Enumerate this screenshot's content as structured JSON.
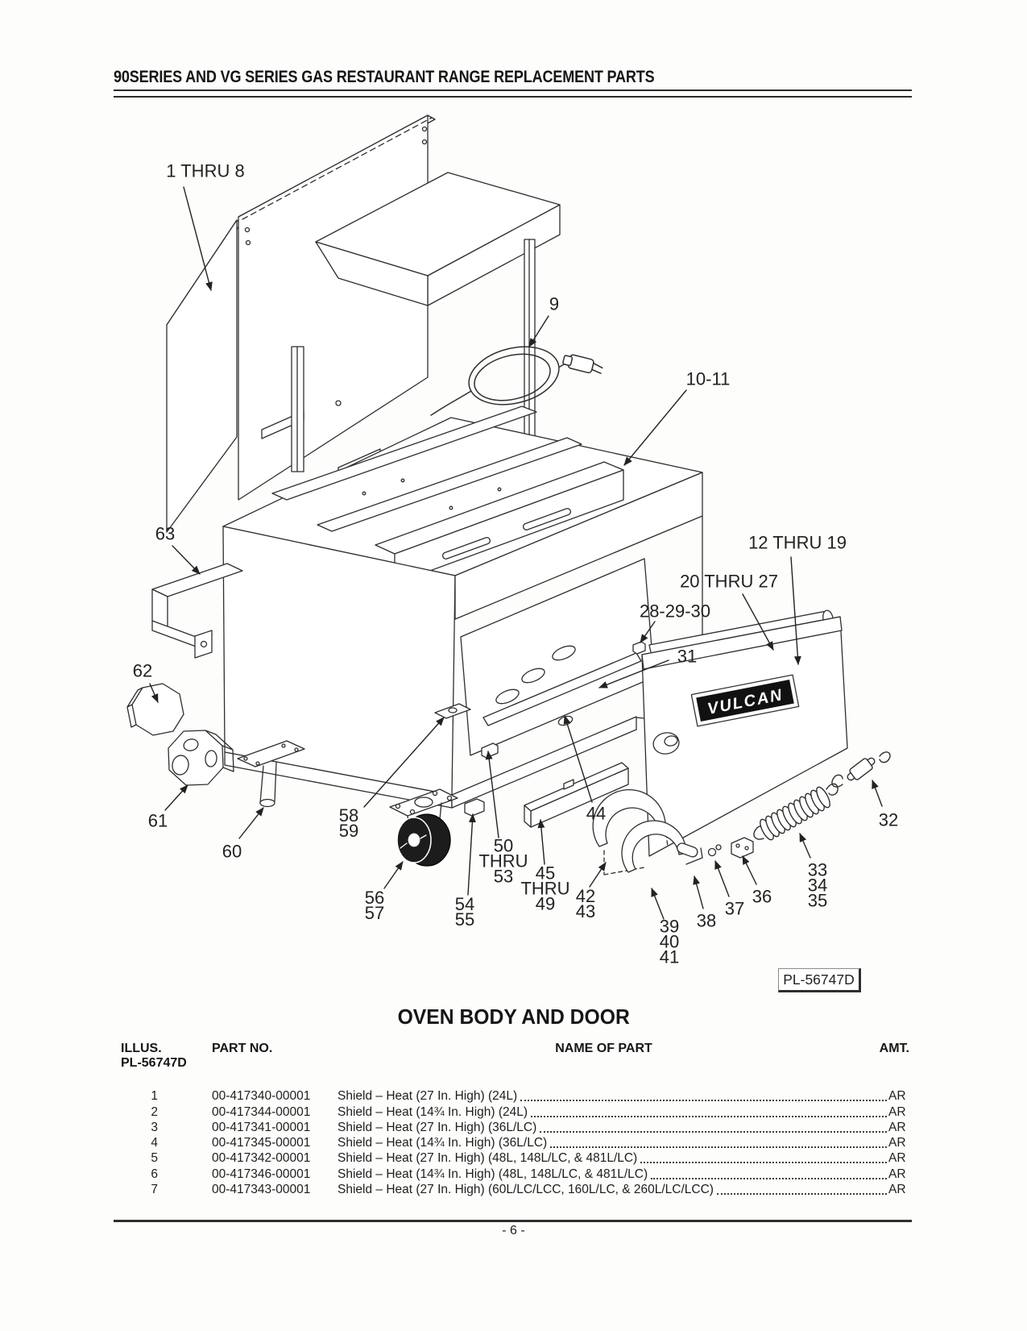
{
  "header": {
    "title": "90SERIES AND VG SERIES GAS RESTAURANT RANGE REPLACEMENT PARTS"
  },
  "diagram": {
    "plate_label": "PL-56747D",
    "brand_badge": "VULCAN",
    "callouts": [
      {
        "text": "1 THRU 8"
      },
      {
        "text": "9"
      },
      {
        "text": "10-11"
      },
      {
        "text": "63"
      },
      {
        "text": "12 THRU 19"
      },
      {
        "text": "20 THRU 27"
      },
      {
        "text": "28-29-30"
      },
      {
        "text": "31"
      },
      {
        "text": "62"
      },
      {
        "text": "61"
      },
      {
        "text": "60"
      },
      {
        "text": "58\n59"
      },
      {
        "text": "56\n57"
      },
      {
        "text": "54\n55"
      },
      {
        "text": "50\nTHRU\n53"
      },
      {
        "text": "45\nTHRU\n49"
      },
      {
        "text": "44"
      },
      {
        "text": "42\n43"
      },
      {
        "text": "39\n40\n41"
      },
      {
        "text": "38"
      },
      {
        "text": "37"
      },
      {
        "text": "36"
      },
      {
        "text": "33\n34\n35"
      },
      {
        "text": "32"
      }
    ]
  },
  "section": {
    "title": "OVEN BODY AND DOOR"
  },
  "table": {
    "headers": {
      "illus": "ILLUS.",
      "illus_sub": "PL-56747D",
      "part_no": "PART NO.",
      "name": "NAME OF PART",
      "amt": "AMT."
    },
    "rows": [
      {
        "illus": "1",
        "part_no": "00-417340-00001",
        "name": "Shield – Heat (27 In. High) (24L)",
        "amt": "AR"
      },
      {
        "illus": "2",
        "part_no": "00-417344-00001",
        "name": "Shield – Heat (14¾ In. High) (24L)",
        "amt": "AR"
      },
      {
        "illus": "3",
        "part_no": "00-417341-00001",
        "name": "Shield – Heat (27 In. High) (36L/LC)",
        "amt": "AR"
      },
      {
        "illus": "4",
        "part_no": "00-417345-00001",
        "name": "Shield – Heat (14¾ In. High) (36L/LC)",
        "amt": "AR"
      },
      {
        "illus": "5",
        "part_no": "00-417342-00001",
        "name": "Shield – Heat (27 In. High) (48L, 148L/LC, & 481L/LC)",
        "amt": "AR"
      },
      {
        "illus": "6",
        "part_no": "00-417346-00001",
        "name": "Shield – Heat (14¾ In. High) (48L, 148L/LC, & 481L/LC)",
        "amt": "AR"
      },
      {
        "illus": "7",
        "part_no": "00-417343-00001",
        "name": "Shield – Heat (27 In. High) (60L/LC/LCC, 160L/LC, & 260L/LC/LCC)",
        "amt": "AR"
      }
    ]
  },
  "footer": {
    "page_number": "- 6 -"
  }
}
